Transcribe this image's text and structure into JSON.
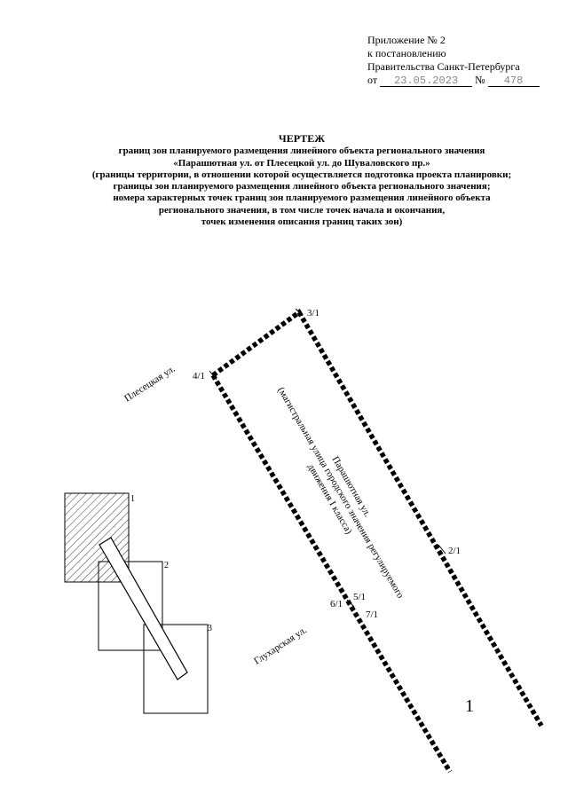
{
  "appendix": {
    "line1": "Приложение № 2",
    "line2": "к постановлению",
    "line3": "Правительства Санкт-Петербурга",
    "date_prefix": "от",
    "date_value": "23.05.2023",
    "number_prefix": "№",
    "number_value": "478"
  },
  "header": {
    "title": "ЧЕРТЕЖ",
    "lines": [
      "границ зон планируемого размещения линейного объекта регионального значения",
      "«Парашютная ул. от Плесецкой ул. до Шуваловского пр.»",
      "(границы территории, в отношении которой осуществляется подготовка проекта планировки;",
      "границы зон планируемого размещения линейного объекта регионального значения;",
      "номера характерных точек границ зон планируемого размещения линейного объекта",
      "регионального значения, в том числе точек начала и окончания,",
      "точек изменения описания границ таких зон)"
    ]
  },
  "map": {
    "streets": {
      "plesetskaya": "Плесецкая ул.",
      "glukharskaya": "Глухарская ул.",
      "parashyutnaya_line1": "Парашютная ул.",
      "parashyutnaya_line2": "(магистральная улица городского значения регулируемого",
      "parashyutnaya_line3": "движения   I класса)"
    },
    "points": {
      "p3_1": "3/1",
      "p4_1": "4/1",
      "p2_1": "2/1",
      "p5_1": "5/1",
      "p6_1": "6/1",
      "p7_1": "7/1"
    },
    "zone_label": "1",
    "key_sheets": [
      "1",
      "2",
      "3"
    ]
  }
}
